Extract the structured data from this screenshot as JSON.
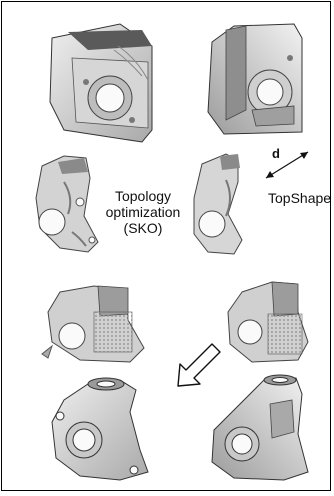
{
  "labels": {
    "topology_line1": "Topology",
    "topology_line2": "optimization",
    "topology_line3": "(SKO)",
    "topshape": "TopShape",
    "dimension": "d"
  },
  "colors": {
    "part_light": "#dcdcdc",
    "part_mid": "#b8b8b8",
    "part_dark": "#7a7a7a",
    "edge": "#3a3a3a",
    "background": "#ffffff"
  }
}
